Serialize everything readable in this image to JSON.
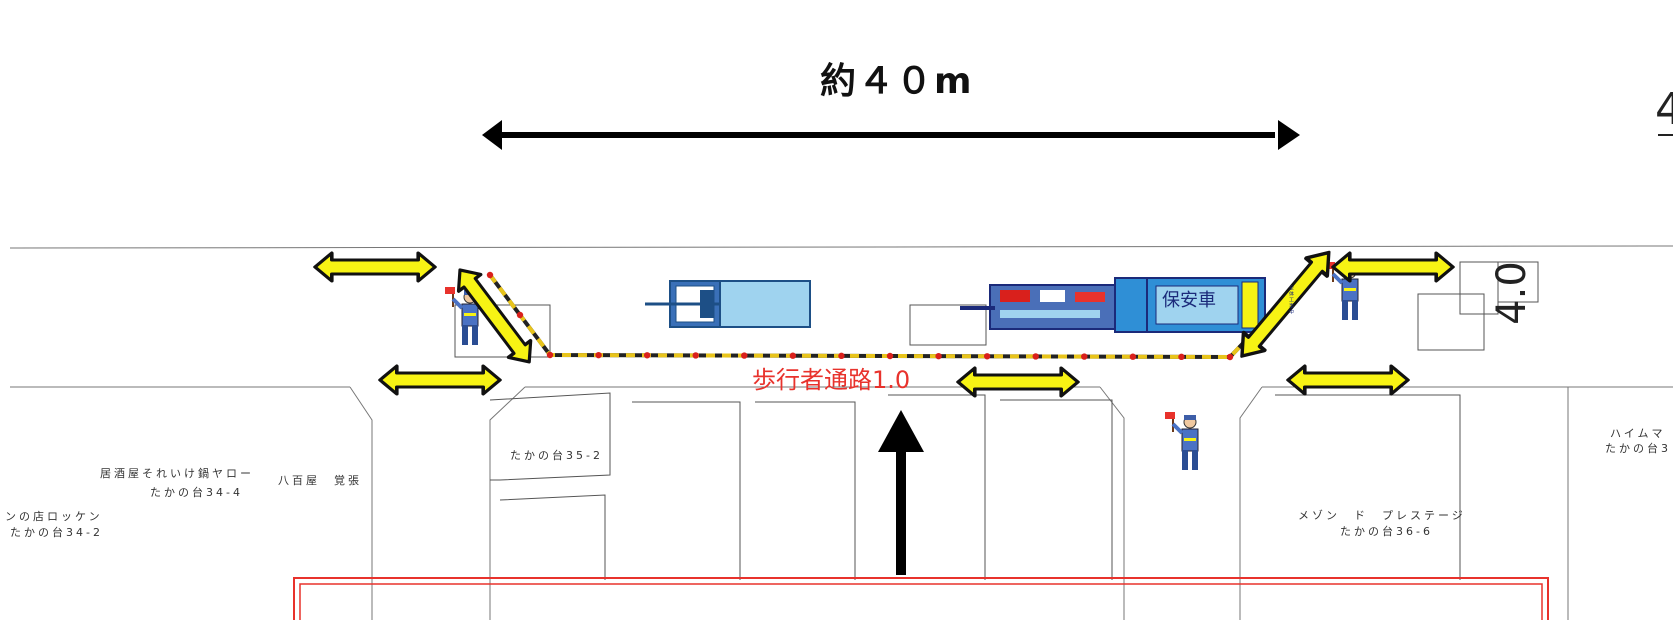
{
  "dimension": {
    "label": "約４０m"
  },
  "edge_partial": "4",
  "road_width_label": "4.0",
  "walkway_label": "歩行者通路1.0",
  "vehicle_label": "保安車",
  "vehicle_side_label": "全体工事中",
  "buildings": [
    {
      "name": "居酒屋それいけ鍋ヤロー",
      "address": "たかの台34-4"
    },
    {
      "name": "八百屋　覚張"
    },
    {
      "name": "ンの店ロッケン",
      "address": "たかの台34-2"
    },
    {
      "address": "たかの台35-2"
    },
    {
      "name": "メゾン　ド　プレステージ",
      "address": "たかの台36-6"
    },
    {
      "name": "ハイムマ",
      "address": "たかの台3"
    }
  ],
  "colors": {
    "arrow_fill": "#f7f314",
    "walkway_text": "#e8322c",
    "barrier_red": "#d9201c",
    "highlight_frame": "#e8322c",
    "vehicle_blue": "#2f8fd6",
    "vehicle_light": "#9fd3ef"
  }
}
